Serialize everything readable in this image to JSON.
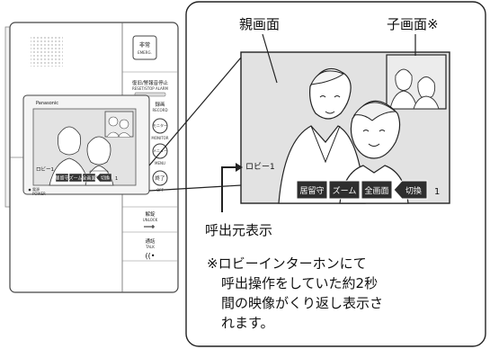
{
  "callouts": {
    "main_screen": "親画面",
    "sub_screen": "子画面※",
    "caller_display": "呼出元表示",
    "footnote_lines": [
      "※ロビーインターホンにて",
      "呼出操作をしていた約2秒",
      "間の映像がくり返し表示さ",
      "れます。"
    ]
  },
  "screen": {
    "caller_label": "ロビー1",
    "buttons": [
      "居留守",
      "ズーム",
      "全画面",
      "切換"
    ],
    "switch_number": "1"
  },
  "device": {
    "brand": "Panasonic",
    "emergency_label": "非常",
    "emergency_sub": "EMERG.",
    "reset_label": "復旧/警報音停止",
    "reset_sub": "RESET/STOP ALARM",
    "record_label": "録画",
    "record_sub": "RECORD",
    "monitor_label": "モニター",
    "monitor_sub": "MONITOR",
    "menu_label": "メニュー",
    "menu_sub": "MENU",
    "end_label": "終了",
    "end_sub": "OFF",
    "power_label": "電源",
    "power_sub": "POWER",
    "unlock_label": "解錠",
    "unlock_sub": "UNLOCK",
    "talk_label": "通話",
    "talk_sub": "TALK",
    "mini_caller": "ロビー1",
    "mini_buttons": [
      "居留守",
      "ズーム",
      "全画面",
      "切換"
    ],
    "mini_switch_number": "1"
  }
}
